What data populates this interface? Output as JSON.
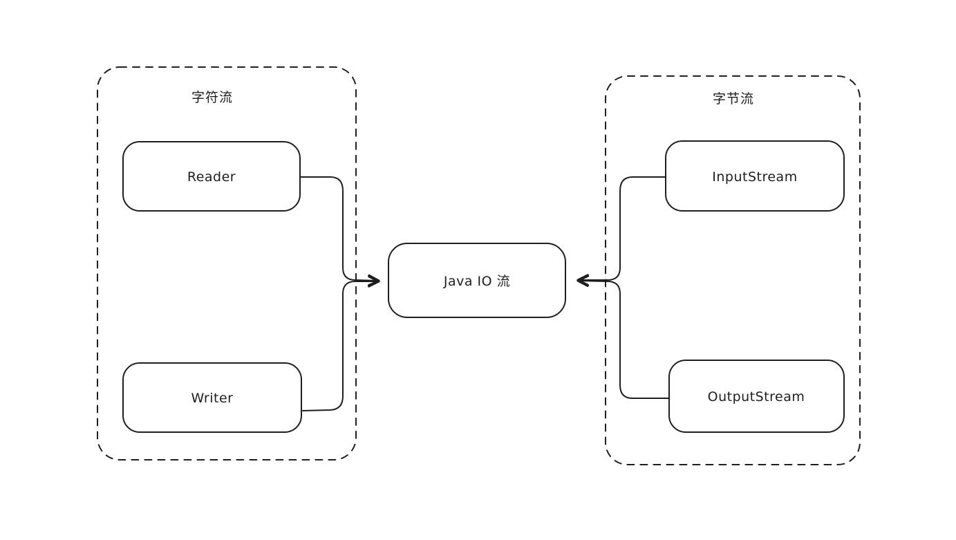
{
  "canvas": {
    "background_color": "#ffffff",
    "stroke_color": "#1e1e1e"
  },
  "groups": {
    "char_stream": {
      "label": "字符流"
    },
    "byte_stream": {
      "label": "字节流"
    }
  },
  "nodes": {
    "reader": {
      "label": "Reader"
    },
    "writer": {
      "label": "Writer"
    },
    "input_stream": {
      "label": "InputStream"
    },
    "output_stream": {
      "label": "OutputStream"
    },
    "java_io": {
      "label": "Java IO 流"
    }
  },
  "connectors": {
    "reader_to_java_io": "Reader → Java IO 流",
    "writer_to_java_io": "Writer → Java IO 流",
    "input_stream_to_java_io": "InputStream → Java IO 流",
    "output_stream_to_java_io": "OutputStream → Java IO 流"
  }
}
